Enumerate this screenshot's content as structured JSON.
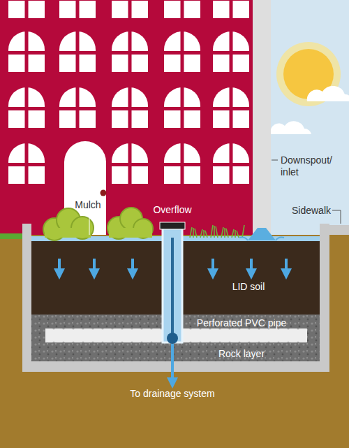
{
  "diagram": {
    "labels": [
      "Mulch",
      "Overflow",
      "Downspout/ inlet",
      "Sidewalk",
      "LID soil",
      "Perforated PVC pipe",
      "Rock layer",
      "To drainage system"
    ]
  }
}
